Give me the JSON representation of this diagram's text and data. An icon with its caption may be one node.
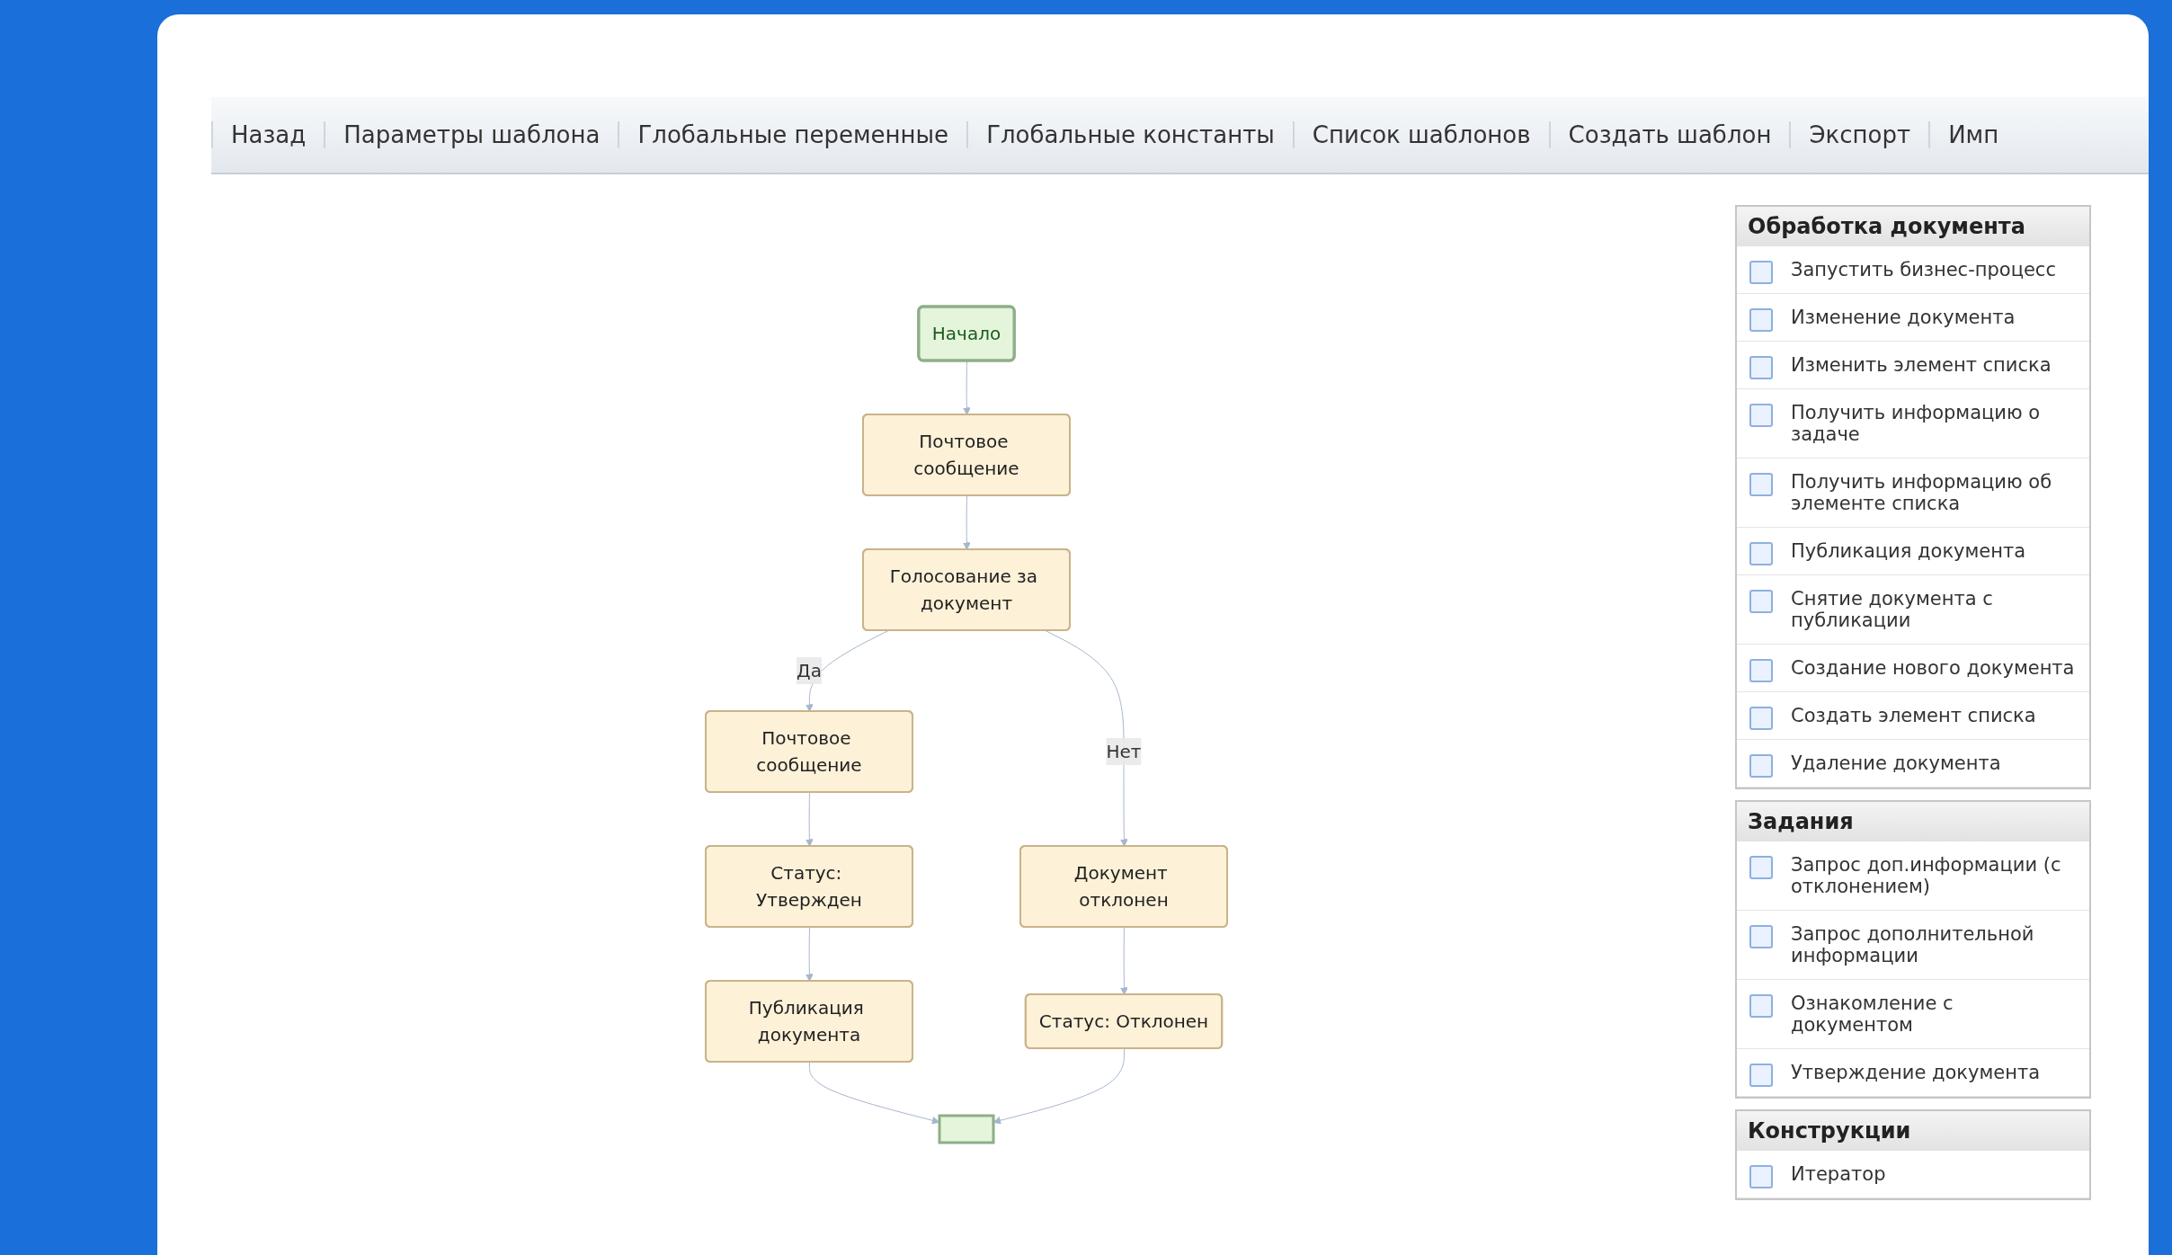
{
  "diagram": {
    "nodes": [
      {
        "text": [
          "Начало"
        ]
      },
      {
        "text": [
          "Почтовое сообщение"
        ]
      },
      {
        "text": [
          "Голосование за документ"
        ]
      },
      {
        "text": [
          "Почтовое сообщение"
        ]
      },
      {
        "text": [
          "Статус: Утвержден"
        ]
      },
      {
        "text": [
          "Публикация документа"
        ]
      },
      {
        "text": [
          "Документ отклонен"
        ]
      },
      {
        "text": [
          "Статус: Отклонен"
        ]
      },
      {
        "text": [],
        "shape": "box"
      }
    ],
    "edges": [
      {
        "from": 0,
        "to": 1,
        "arrow": "to"
      },
      {
        "from": 1,
        "to": 2,
        "arrow": "to"
      },
      {
        "from": 2,
        "to": 3,
        "arrow": "to",
        "label": "Да"
      },
      {
        "from": 3,
        "to": 4,
        "arrow": "to"
      },
      {
        "from": 4,
        "to": 5,
        "arrow": "to"
      },
      {
        "from": 5,
        "to": 8,
        "arrow": "to"
      },
      {
        "from": 2,
        "to": 6,
        "arrow": "to",
        "label": "Нет"
      },
      {
        "from": 6,
        "to": 7,
        "arrow": "to"
      },
      {
        "from": 7,
        "to": 8,
        "arrow": "to"
      }
    ],
    "labels": [
      "Назад",
      "Параметры шаблона",
      "Глобальные переменные",
      "Глобальные константы",
      "Список шаблонов",
      "Создать шаблон",
      "Экспорт",
      "Имп",
      "Обработка документа",
      "Запустить бизнес-процесс",
      "Изменение документа",
      "Изменить элемент списка",
      "Получить информацию о задаче",
      "Получить информацию об элементе списка",
      "Публикация документа",
      "Снятие документа с публикации",
      "Создание нового документа",
      "Создать элемент списка",
      "Удаление документа",
      "Задания",
      "Запрос доп.информации (с отклонением)",
      "Запрос дополнительной информации",
      "Ознакомление с документом",
      "Утверждение документа",
      "Конструкции",
      "Итератор"
    ]
  }
}
